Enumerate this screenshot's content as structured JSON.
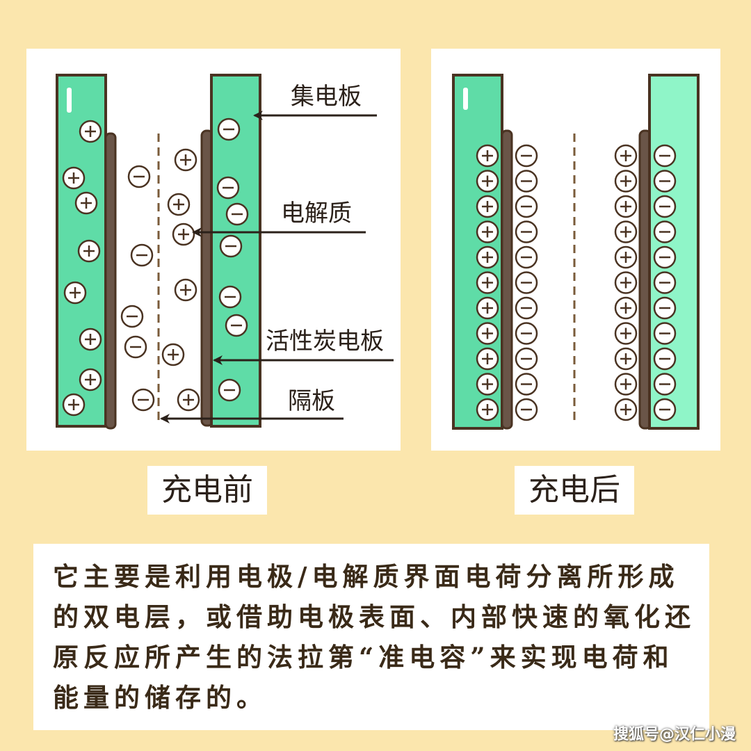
{
  "colors": {
    "background": "#fbe6ad",
    "panel": "#ffffff",
    "electrode_fill": "#5fdca7",
    "electrode_fill_after_right": "#8ff5c8",
    "outline": "#4a3322",
    "text": "#2b211a"
  },
  "diagram_before": {
    "labels": {
      "collector": "集电板",
      "electrolyte": "电解质",
      "activated_carbon": "活性炭电板",
      "separator": "隔板"
    },
    "caption": "充电前"
  },
  "diagram_after": {
    "caption": "充电后",
    "ion_rows": 11
  },
  "description": "它主要是利用电极/电解质界面电荷分离所形成的双电层，或借助电极表面、内部快速的氧化还原反应所产生的法拉第“准电容”来实现电荷和能量的储存的。",
  "watermark": "搜狐号@汉仁小漫",
  "icons": {
    "positive": "plus-ion-icon",
    "negative": "minus-ion-icon"
  }
}
